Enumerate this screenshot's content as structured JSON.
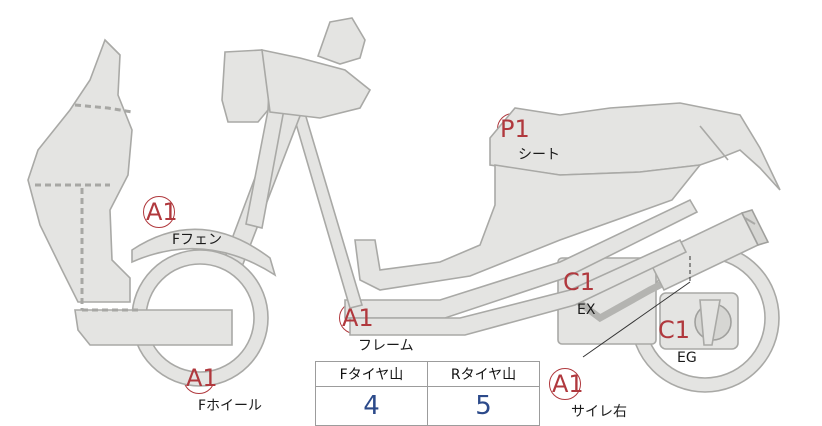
{
  "parts": [
    {
      "id": "front-fender",
      "code": "A1",
      "label": "Fフェン"
    },
    {
      "id": "front-wheel",
      "code": "A1",
      "label": "Fホイール"
    },
    {
      "id": "frame",
      "code": "A1",
      "label": "フレーム"
    },
    {
      "id": "seat",
      "code": "P1",
      "label": "シート"
    },
    {
      "id": "exhaust",
      "code": "C1",
      "label": "EX"
    },
    {
      "id": "engine",
      "code": "C1",
      "label": "EG"
    },
    {
      "id": "muffler-right",
      "code": "A1",
      "label": "サイレ右"
    }
  ],
  "tread": {
    "front_header": "Fタイヤ山",
    "rear_header": "Rタイヤ山",
    "front_value": "4",
    "rear_value": "5"
  },
  "colors": {
    "code_text": "#b0383d",
    "value_text": "#2c4a8a",
    "part_fill": "#e4e4e2",
    "part_stroke": "#a9a9a6"
  }
}
